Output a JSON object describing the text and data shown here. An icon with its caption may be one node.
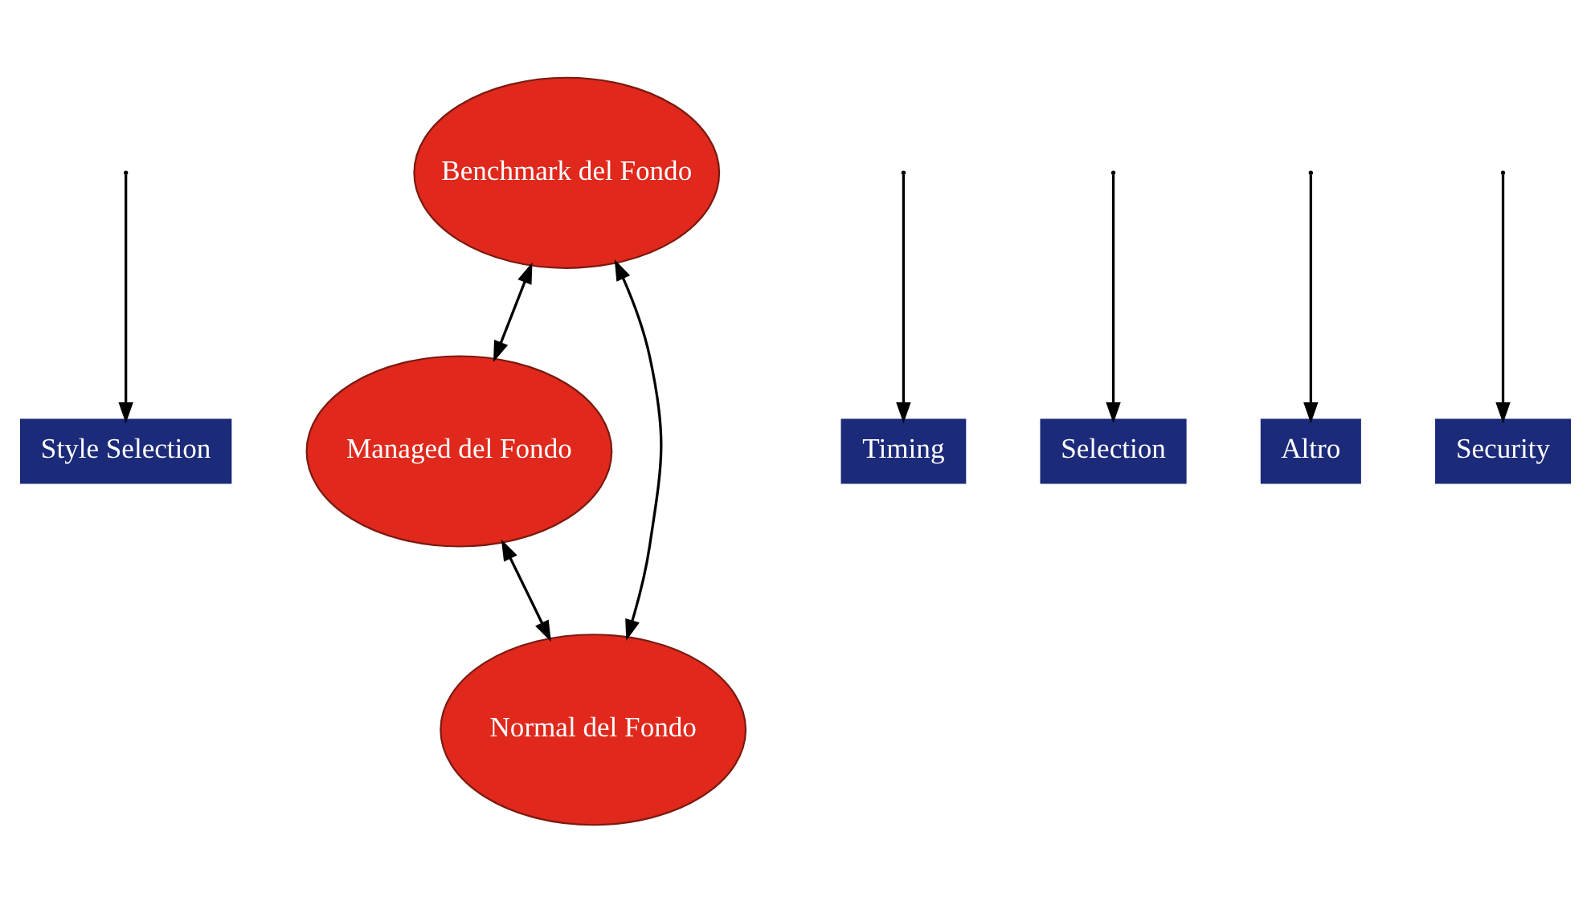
{
  "diagram": {
    "nodes": [
      {
        "text": [
          "Style Selection"
        ]
      },
      {
        "text": [
          "Benchmark del Fondo"
        ]
      },
      {
        "text": [
          "Timing"
        ]
      },
      {
        "text": [
          "Selection"
        ]
      },
      {
        "text": [
          "Altro"
        ]
      },
      {
        "text": [
          "Managed del Fondo"
        ]
      },
      {
        "text": [
          "Normal del Fondo"
        ]
      },
      {
        "text": [
          "Security"
        ]
      }
    ],
    "edges": [
      {
        "from": 1,
        "to": 5,
        "arrow": "both"
      },
      {
        "from": 1,
        "to": 6,
        "arrow": "both"
      },
      {
        "from": 5,
        "to": 6,
        "arrow": "both"
      },
      {
        "from": null,
        "to": 3,
        "arrow": "to"
      },
      {
        "from": null,
        "to": 0,
        "arrow": "to"
      },
      {
        "from": null,
        "to": 2,
        "arrow": "to"
      },
      {
        "from": null,
        "to": 4,
        "arrow": "to"
      },
      {
        "from": null,
        "to": 7,
        "arrow": "to"
      }
    ]
  }
}
